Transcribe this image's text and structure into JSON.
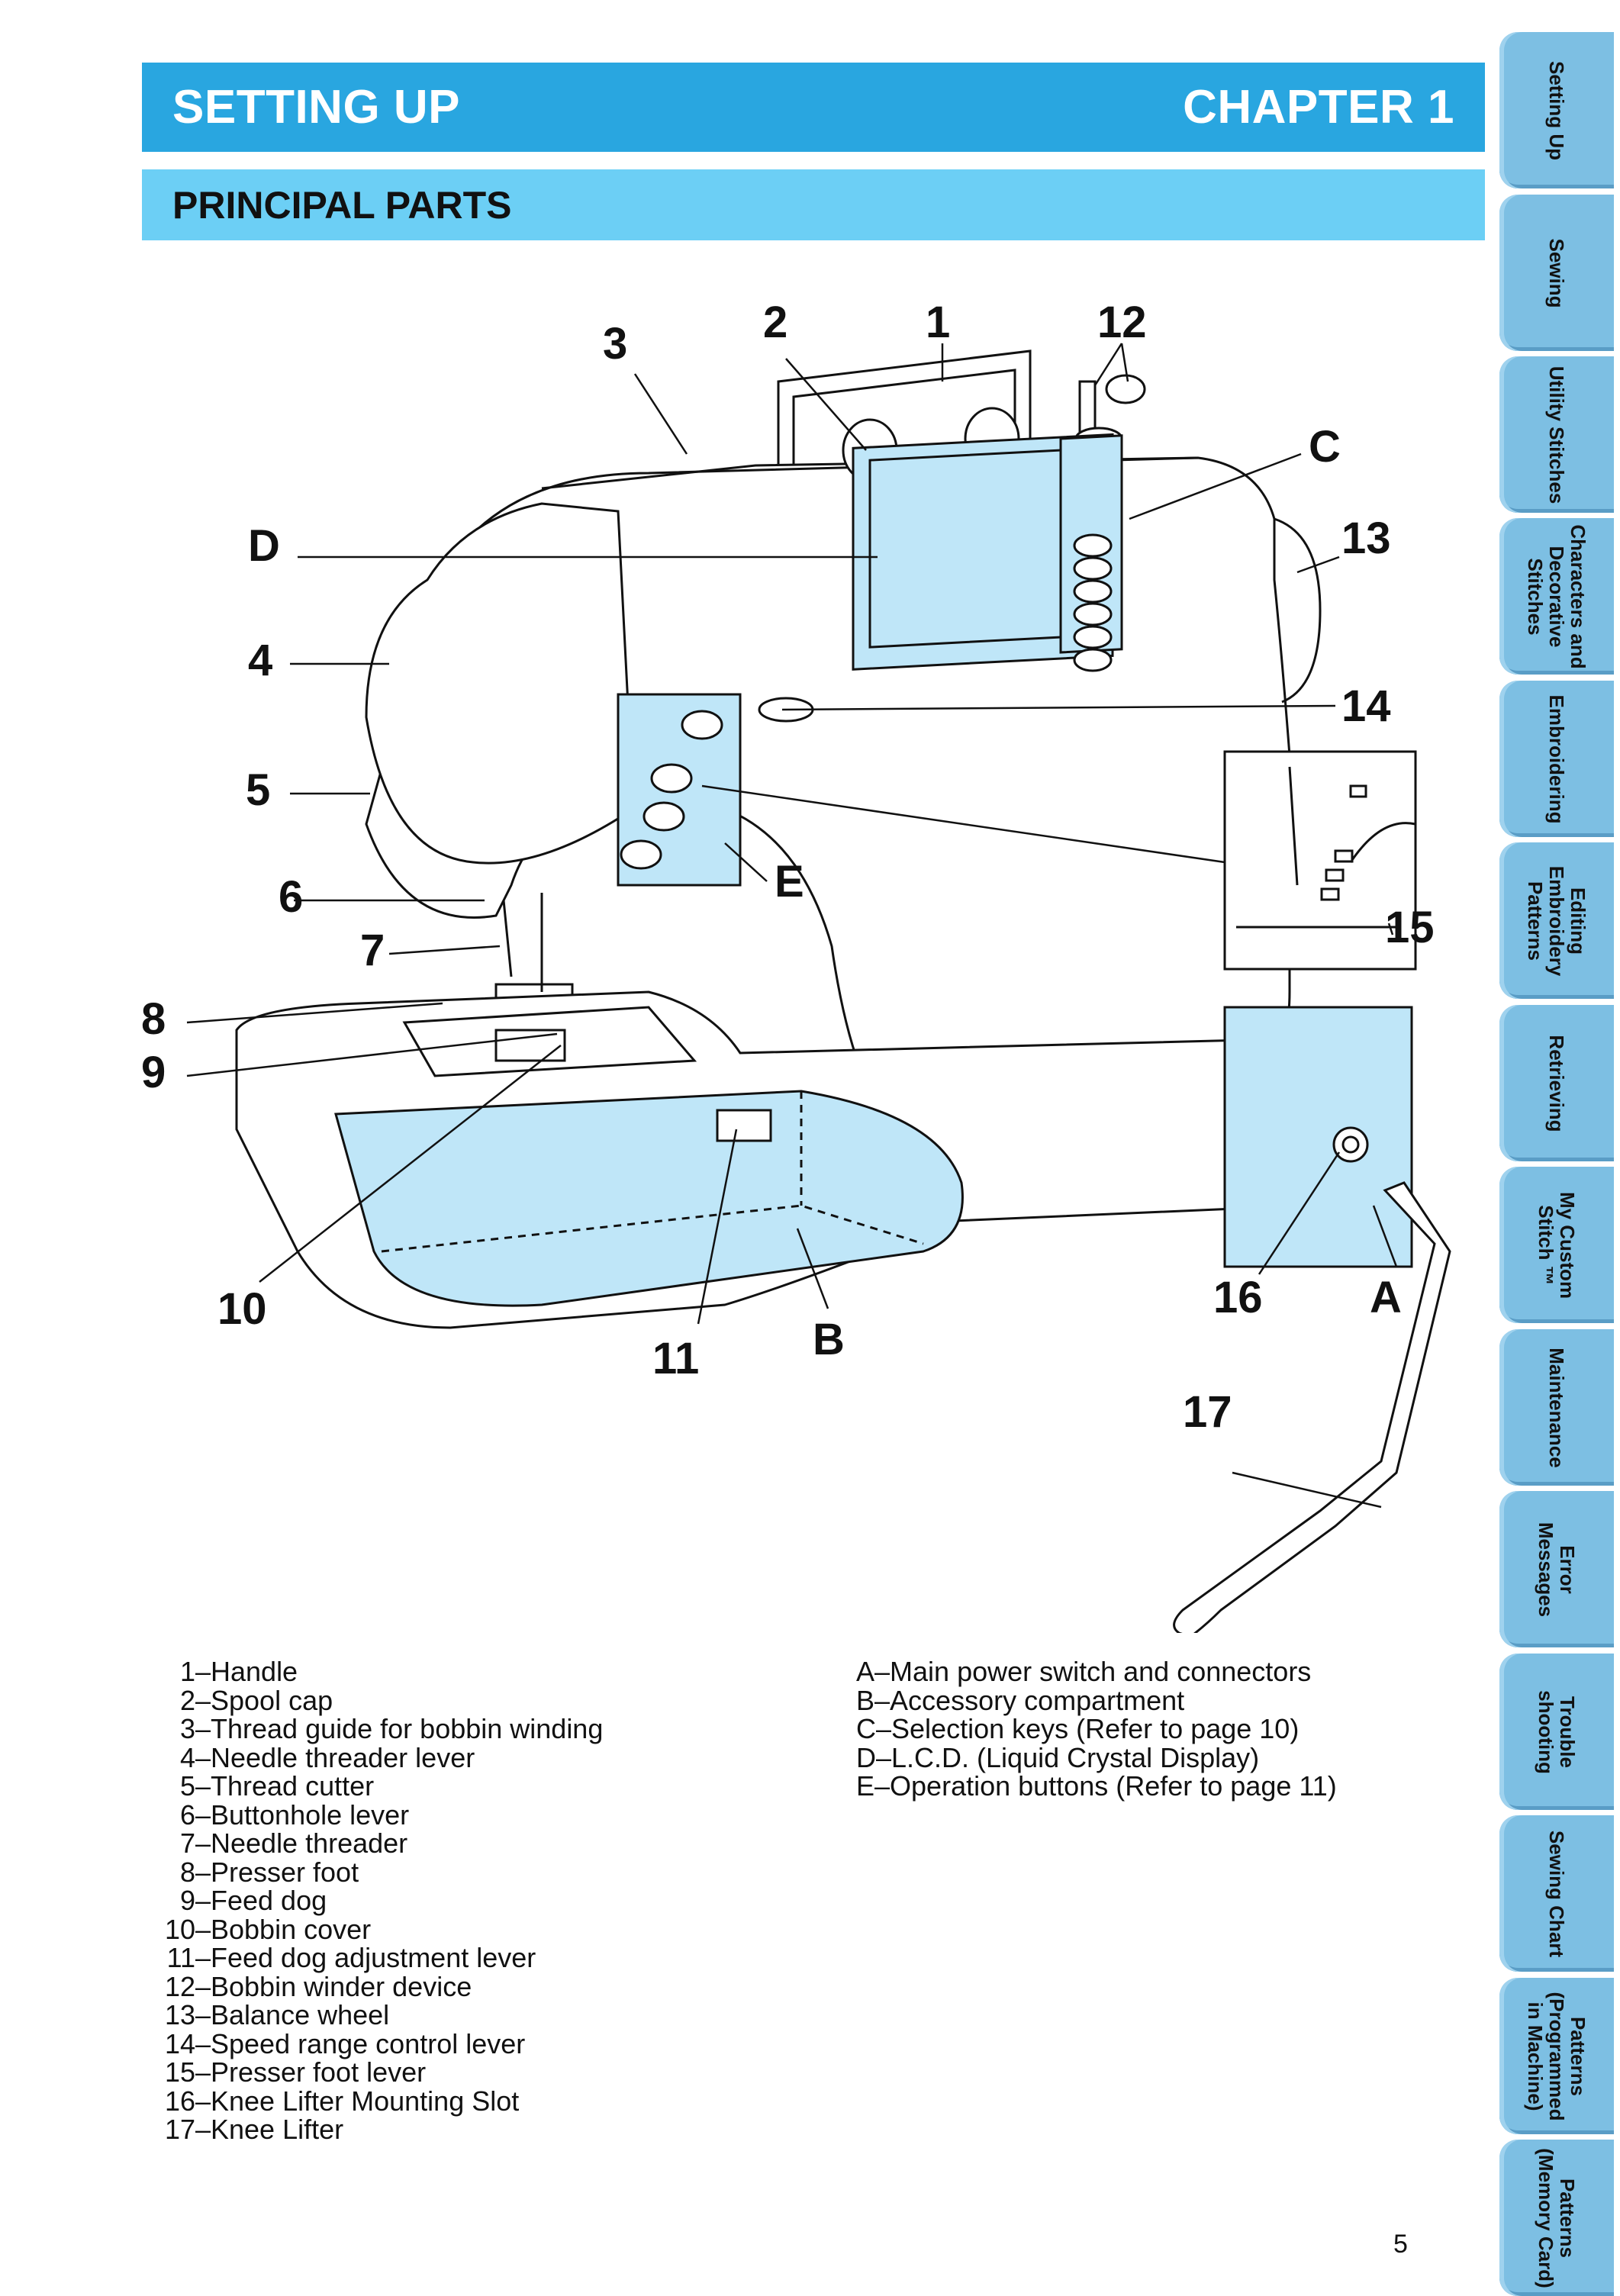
{
  "header": {
    "left": "SETTING UP",
    "right": "CHAPTER 1"
  },
  "section_title": "PRINCIPAL PARTS",
  "callouts": [
    "1",
    "2",
    "3",
    "4",
    "5",
    "6",
    "7",
    "8",
    "9",
    "10",
    "11",
    "12",
    "13",
    "14",
    "15",
    "16",
    "17",
    "A",
    "B",
    "C",
    "D",
    "E"
  ],
  "parts": [
    {
      "num": "1",
      "label": "Handle"
    },
    {
      "num": "2",
      "label": "Spool cap"
    },
    {
      "num": "3",
      "label": "Thread guide for bobbin winding"
    },
    {
      "num": "4",
      "label": "Needle threader lever"
    },
    {
      "num": "5",
      "label": "Thread cutter"
    },
    {
      "num": "6",
      "label": "Buttonhole lever"
    },
    {
      "num": "7",
      "label": "Needle threader"
    },
    {
      "num": "8",
      "label": "Presser foot"
    },
    {
      "num": "9",
      "label": "Feed dog"
    },
    {
      "num": "10",
      "label": "Bobbin cover"
    },
    {
      "num": "11",
      "label": "Feed dog adjustment lever"
    },
    {
      "num": "12",
      "label": "Bobbin winder device"
    },
    {
      "num": "13",
      "label": "Balance wheel"
    },
    {
      "num": "14",
      "label": "Speed range control lever"
    },
    {
      "num": "15",
      "label": "Presser foot lever"
    },
    {
      "num": "16",
      "label": "Knee Lifter Mounting Slot"
    },
    {
      "num": "17",
      "label": "Knee Lifter"
    }
  ],
  "components": [
    "A–Main power switch and connectors",
    "B–Accessory compartment",
    "C–Selection keys (Refer to page 10)",
    "D–L.C.D. (Liquid Crystal Display)",
    "E–Operation buttons (Refer to page 11)"
  ],
  "page_number": "5",
  "tabs": [
    "Setting Up",
    "Sewing",
    "Utility Stitches",
    "Characters and Decorative Stitches",
    "Embroidering",
    "Editing Embroidery Patterns",
    "Retrieving",
    "My Custom Stitch ™",
    "Maintenance",
    "Error Messages",
    "Trouble shooting",
    "Sewing Chart",
    "Patterns (Programmed in Machine)",
    "Patterns (Memory Card)"
  ],
  "colors": {
    "header": "#29a6e0",
    "subheader": "#6ccff5",
    "highlight": "#bfe6f8",
    "tab": "#7dbfe3"
  }
}
